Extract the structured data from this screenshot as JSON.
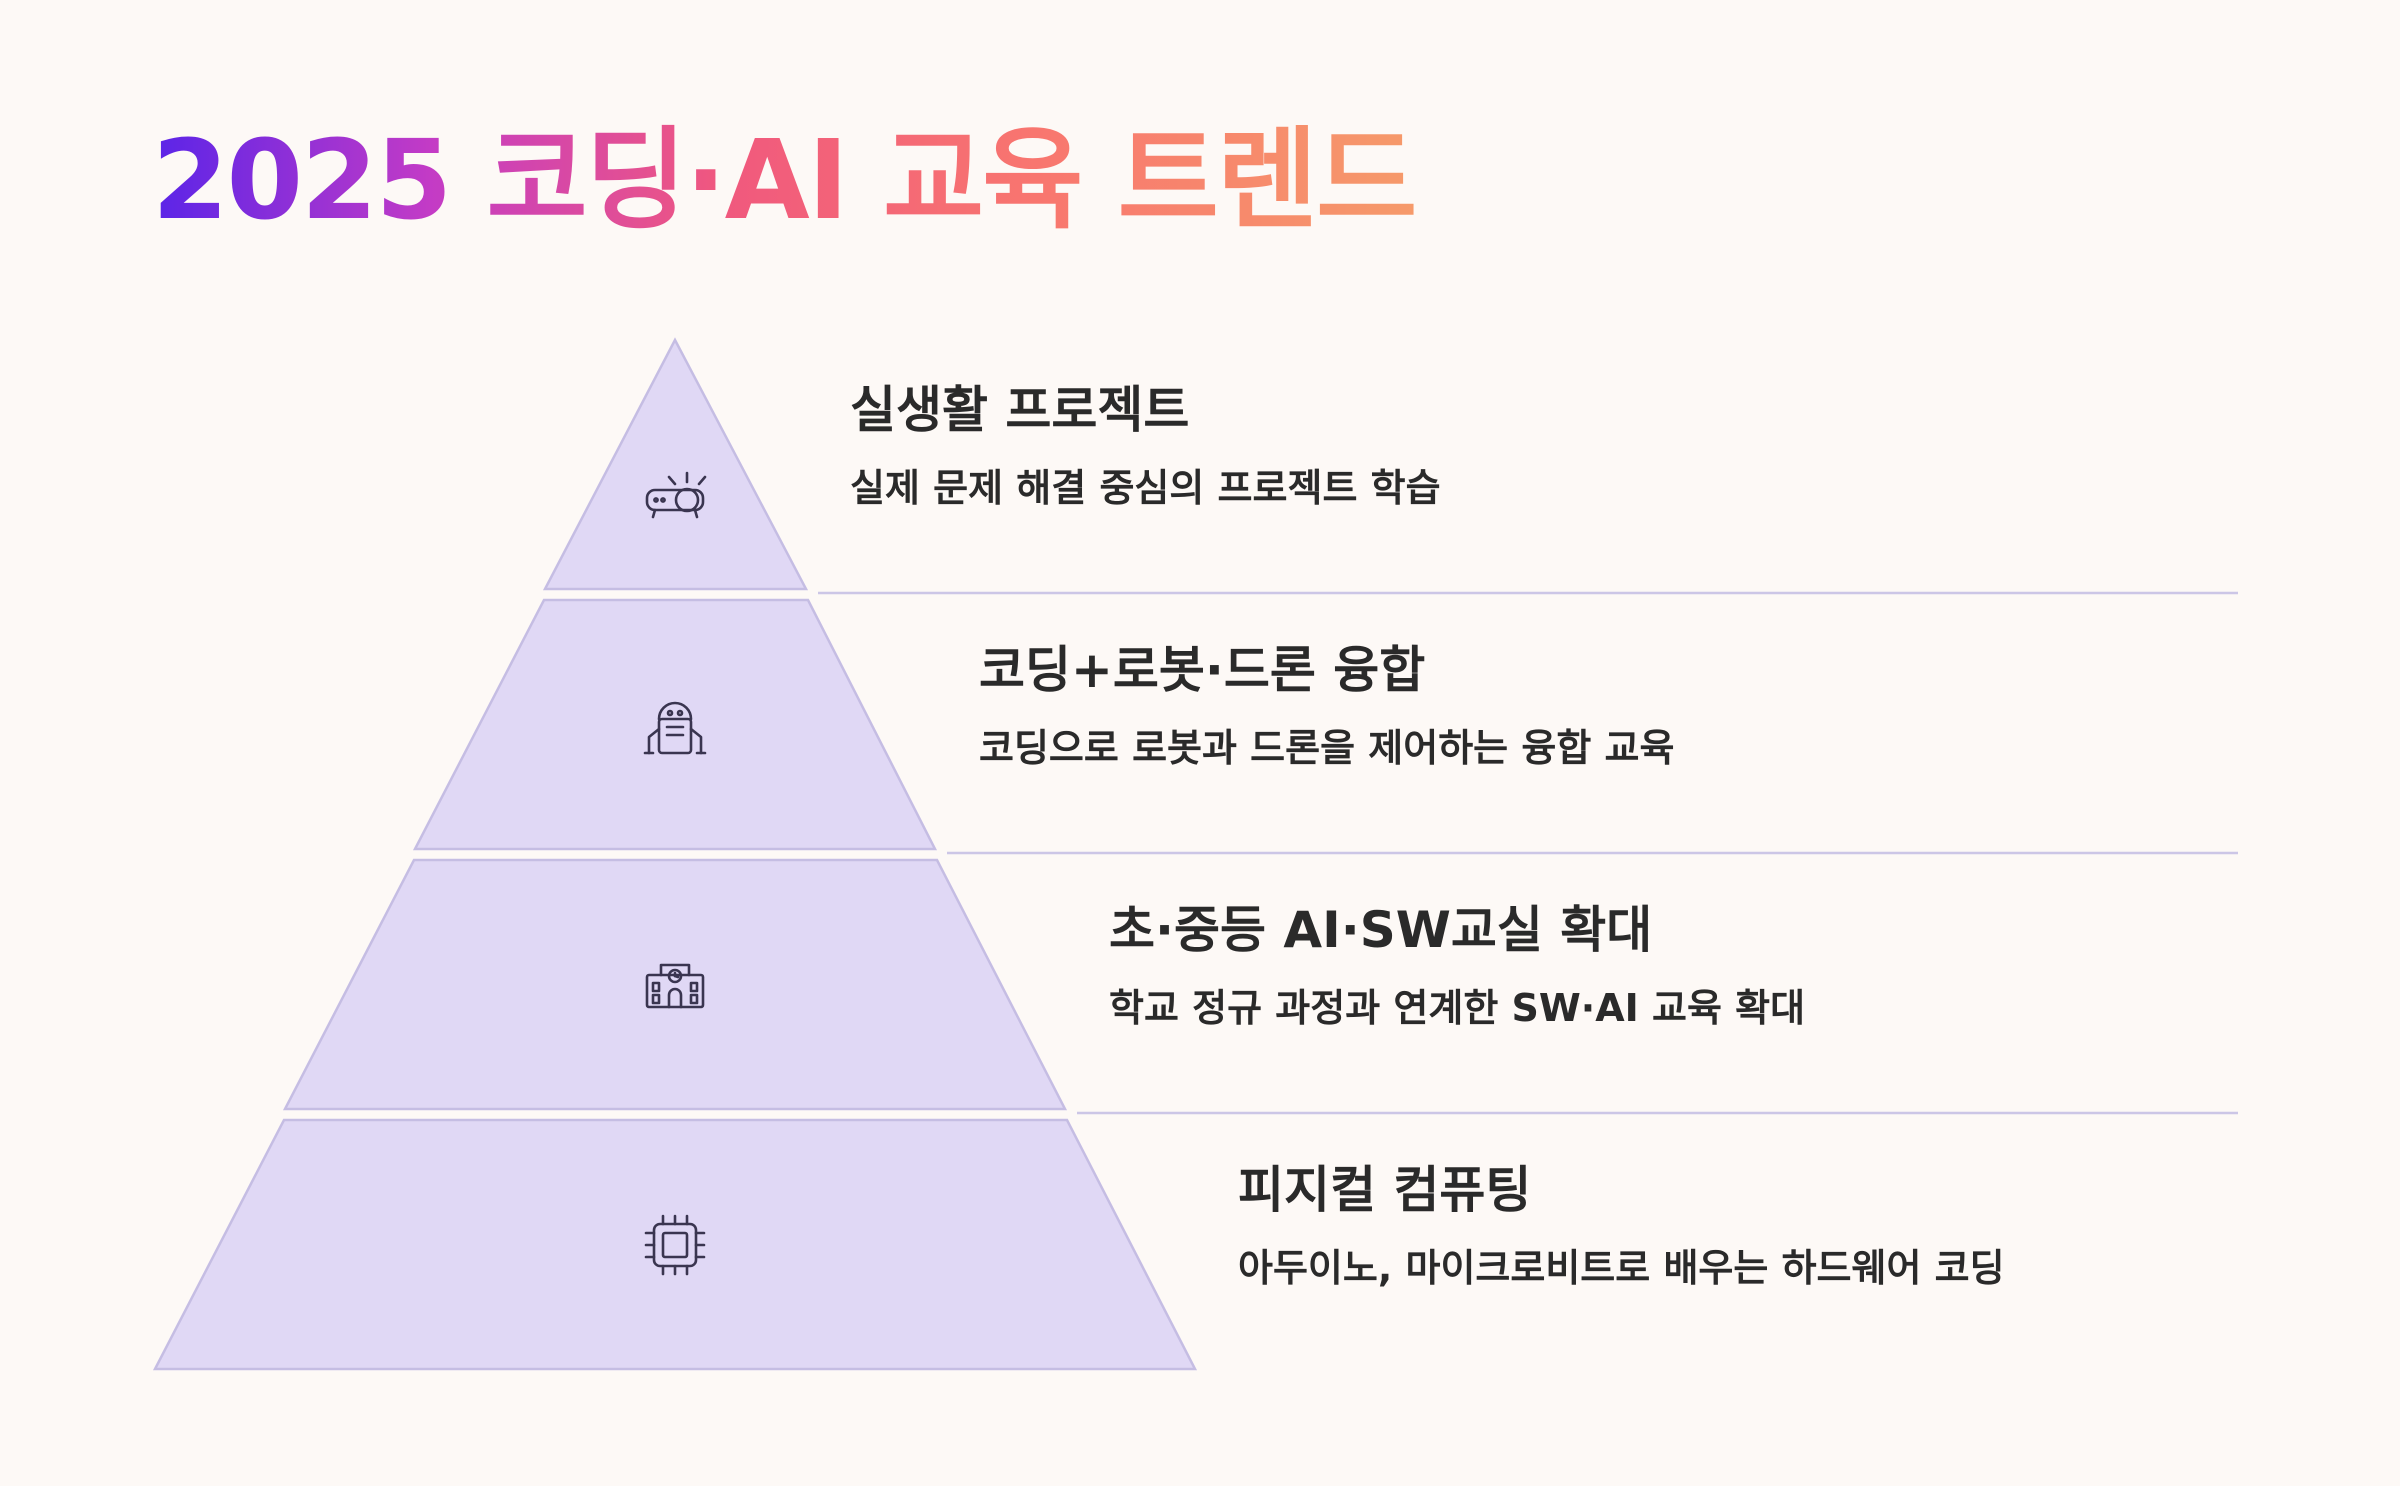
{
  "title": "2025 코딩·AI 교육 트렌드",
  "tiers": [
    {
      "heading": "실생활 프로젝트",
      "description": "실제 문제 해결 중심의 프로젝트 학습",
      "icon": "projector-icon"
    },
    {
      "heading": "코딩+로봇·드론 융합",
      "description": "코딩으로 로봇과 드론을 제어하는 융합 교육",
      "icon": "robot-icon"
    },
    {
      "heading": "초·중등 AI·SW교실 확대",
      "description": "학교 정규 과정과 연계한 SW·AI 교육 확대",
      "icon": "school-icon"
    },
    {
      "heading": "피지컬 컴퓨팅",
      "description": "아두이노, 마이크로비트로 배우는 하드웨어 코딩",
      "icon": "chip-icon"
    }
  ],
  "colors": {
    "background": "#FDF9F6",
    "tier_fill": "#E0D8F5",
    "tier_stroke": "#C5BDE3",
    "text": "#2A2A2A",
    "title_gradient": [
      "#5A24E8",
      "#C33BC6",
      "#F0587E",
      "#F8766F",
      "#F69A6A"
    ]
  }
}
